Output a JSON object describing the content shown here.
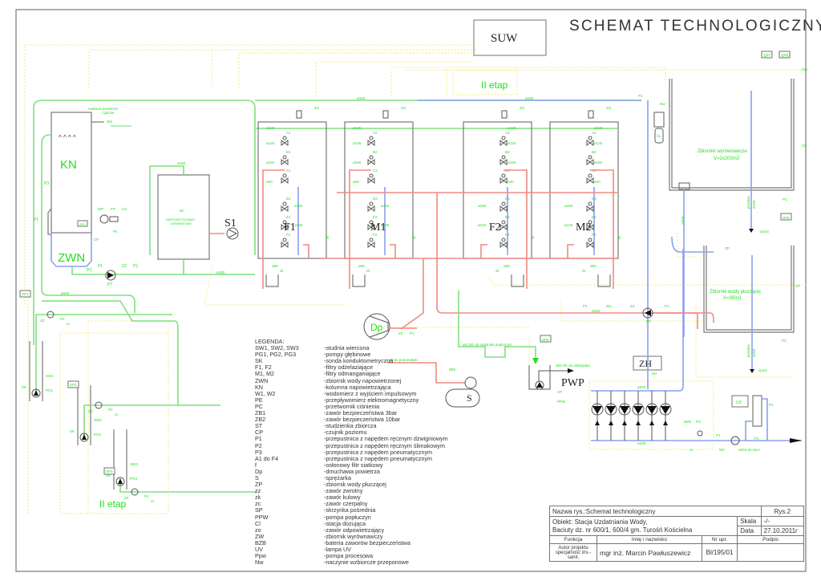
{
  "title": "SCHEMAT TECHNOLOGICZNY",
  "suw_label": "SUW",
  "stage_label": "II etap",
  "stage_label_lower": "II etap",
  "tags": {
    "sp1": "SP1",
    "sp2": "SP2",
    "sp3": "SP3",
    "sp4": "SP4",
    "sp5": "SP5",
    "sp6": "SP6",
    "sp7": "SP7",
    "sp8": "SP8"
  },
  "kn": {
    "label": "KN",
    "zwn": "ZWN",
    "outlet_note_1": "nadmiar powietrza",
    "outlet_note_2": "i gazów",
    "ws": "WS",
    "wp": "WP",
    "fp": "FP",
    "cs": "CS",
    "ps": "Ps",
    "cp": "CP",
    "pc": "PC",
    "p3": "P3",
    "p1": "P1",
    "pt": "PT",
    "zz": "ZZ"
  },
  "nc": {
    "label": "NC",
    "desc_1": "NAPOWIETRZANIE",
    "desc_2": "CIŚNIENIOWE",
    "s1": "S1",
    "pipe": "ø150"
  },
  "pipes": {
    "d150": "ø150",
    "d125": "ø125",
    "d40": "ø40",
    "d80": "ø80",
    "d50": "ø50",
    "d200": "ø200",
    "zk": "zk",
    "zc": "zc",
    "zo": "ZO"
  },
  "filters": [
    {
      "name": "F1",
      "valves": [
        "A1",
        "B1",
        "C1",
        "D1",
        "E1",
        "F1"
      ]
    },
    {
      "name": "M1",
      "valves": [
        "A2",
        "B2",
        "C2",
        "D2",
        "E2",
        "F2"
      ]
    },
    {
      "name": "F2",
      "valves": [
        "A3",
        "B3",
        "C3",
        "D3",
        "E3",
        "F3"
      ]
    },
    {
      "name": "M2",
      "valves": [
        "A4",
        "B4",
        "C4",
        "D4",
        "E4",
        "F4"
      ]
    }
  ],
  "tank_equalizing": {
    "label_1": "Zbiorniki wyrównawcze",
    "label_2": "V=2x200m3",
    "zw": "ZW",
    "cp": "CP",
    "pc": "PC",
    "overflow": "przelew",
    "overflow_d": "ø150",
    "drain": "spust",
    "nw": "Nw",
    "cl": "CL",
    "p1": "P1",
    "d200": "ø200"
  },
  "tank_rinse": {
    "label_1": "Zbiornik wody płuczącej",
    "label_2": "V=35m3",
    "zp": "ZP",
    "cp": "CP",
    "pc": "PC",
    "overflow": "przelew",
    "overflow_d": "ø150",
    "drain": "spust"
  },
  "rinse_line": {
    "p2": "P2",
    "d150": "ø150",
    "w1": "W1",
    "zz": "ZZ",
    "pp": "PP",
    "p1": "P1"
  },
  "blower": {
    "label": "Dp",
    "zz": "ZZ",
    "p1": "P1"
  },
  "compressor": {
    "label": "S",
    "zb2": "ZB2",
    "note": "ø8 do pneumatyki"
  },
  "settler_note": "ø0.20h do osadnika popłuczyn",
  "pwp": {
    "label": "PWP",
    "note": "ø63 PE do odstojnika",
    "cp": "CP",
    "ppw": "PPW"
  },
  "zh": {
    "label": "ZH",
    "tag": "ZH",
    "d200_top": "ø200",
    "d200_bottom": "ø200",
    "pumps": 6
  },
  "outlet": {
    "bzb": "BZB",
    "pc": "PC",
    "zc": "zc",
    "p1": "P1",
    "w2": "W2",
    "uv": "UV",
    "note": "ø250 do sieci"
  },
  "wells": [
    {
      "sw": "SW1",
      "pg": "PG1",
      "sk": "SK",
      "zz": "ZZ",
      "p2": "P2",
      "zc": "zc",
      "sp": "SP1"
    },
    {
      "sw": "SW2",
      "pg": "PG2",
      "sk": "SK",
      "zz": "ZZ",
      "p2": "P2",
      "zc": "zc",
      "sp": "SP2"
    },
    {
      "sw": "SW3",
      "pg": "PG3",
      "sk": "SK",
      "zz": "ZZ",
      "p2": "P2",
      "zc": "zc",
      "sp": "SP3"
    }
  ],
  "legend": {
    "heading": "LEGENDA:",
    "items": [
      {
        "k": "SW1, SW2, SW3",
        "v": "-studnia wiercona"
      },
      {
        "k": "PG1, PG2, PG3",
        "v": "-pompy głębinowe"
      },
      {
        "k": "SK",
        "v": "-sonda konduktometryczna"
      },
      {
        "k": "F1, F2",
        "v": "-filtry odżelaziające"
      },
      {
        "k": "M1, M2",
        "v": "-filtry odmanganiające"
      },
      {
        "k": "ZWN",
        "v": "-zbiornik wody napowietrzonej"
      },
      {
        "k": "KN",
        "v": "-kolumna napowietrzająca"
      },
      {
        "k": "W1, W2",
        "v": "-wodomierz z wyjściem impulsowym"
      },
      {
        "k": "PE",
        "v": "-przepływomierz elektromagnetyczny"
      },
      {
        "k": "PC",
        "v": "-przetwornik ciśnienia"
      },
      {
        "k": "ZB1",
        "v": "-zawór bezpieczeństwa 3bar"
      },
      {
        "k": "ZB2",
        "v": "-zawór bezpieczeństwa 10bar"
      },
      {
        "k": "ST",
        "v": "-studzienka zbiorcza"
      },
      {
        "k": "CP",
        "v": "-czujnik poziomu"
      },
      {
        "k": "P1",
        "v": "-przepustnica z napędem ręcznym dzwigniowym"
      },
      {
        "k": "P2",
        "v": "-przepustnica z napędem ręcznym ślimakowym"
      },
      {
        "k": "P3",
        "v": "-przepustnica z napędem pneumatycznym"
      },
      {
        "k": "A1 do F4",
        "v": "-przepustnica z napędem pneumatycznym"
      },
      {
        "k": "f",
        "v": "-osłonowy filtr siatkowy"
      },
      {
        "k": "Dp",
        "v": "-dmuchawa powietrza"
      },
      {
        "k": "S",
        "v": "-sprężarka"
      },
      {
        "k": "ZP",
        "v": "-zbiornik wody płuczącej"
      },
      {
        "k": "zz",
        "v": "-zawór zwrotny"
      },
      {
        "k": "zk",
        "v": "-zawór kulowy"
      },
      {
        "k": "zc",
        "v": "-zawór czerpalny"
      },
      {
        "k": "SP",
        "v": "-skrzynka pośrednia"
      },
      {
        "k": "PPW",
        "v": "-pompa popłuczyn"
      },
      {
        "k": "Cl",
        "v": "-stacja dozująca"
      },
      {
        "k": "zo",
        "v": "-zawór odpowietrzający"
      },
      {
        "k": "ZW",
        "v": "-zbiornik wyrównawczy"
      },
      {
        "k": "BZB",
        "v": "-bateria zaworów bezpieczeństwa"
      },
      {
        "k": "UV",
        "v": "-lampa UV"
      },
      {
        "k": "Ppw",
        "v": "-pompa procesowa"
      },
      {
        "k": "Nw",
        "v": "-naczynie wzbiorcze przeponowe"
      }
    ]
  },
  "title_block": {
    "name_label": "Nazwa rys.:Schemat technologiczny",
    "sheet": "Rys.2",
    "object_1": "Obiekt: Stacja Uzdatniania Wody,",
    "object_2": "Baciuty dz. nr 600/1, 600/4 gm. Turośń Kościelna",
    "scale_label": "Skala",
    "scale_value": "-/-",
    "date_label": "Data",
    "date_value": "27.10.2011r",
    "col_function": "Funkcja",
    "col_name": "Imię i nazwisko",
    "col_license": "Nr upr.",
    "col_signature": "Podpis",
    "role": "Autor projektu specjalność ins.-sanit.",
    "author": "mgr inż. Marcin Pawłuszewicz",
    "license": "Bl/195/01",
    "signature": ""
  }
}
